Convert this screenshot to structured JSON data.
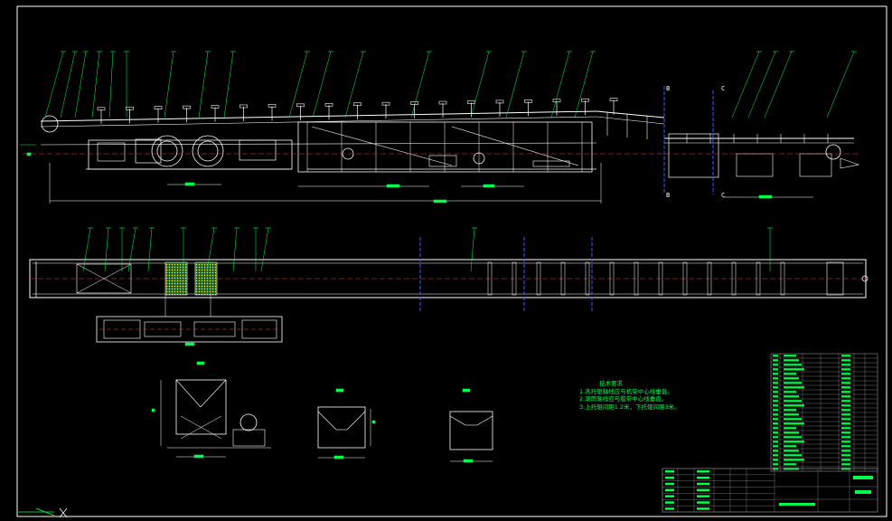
{
  "drawing": {
    "colors": {
      "background": "#000000",
      "frame": "#ffffff",
      "structure": "#ffffff",
      "leader": "#00ff4c",
      "dimension_tag": "#00ff4c",
      "center_line": "#ff3b3b",
      "section_line": "#3b5bff",
      "grid": "#8f8f8f",
      "accent": "#ffff00"
    },
    "technical_requirements": {
      "title": "技术要求",
      "lines": [
        "1.各托辊轴线应与机架中心线垂直。",
        "2.滚筒轴线应与胶带中心线垂直。",
        "3.上托辊间距1.2米，下托辊间距3米。"
      ]
    },
    "section_marks": [
      "B",
      "B",
      "C",
      "C"
    ],
    "callout_count": 32,
    "parts_table_rows": 26,
    "title_block_rows": 7
  }
}
